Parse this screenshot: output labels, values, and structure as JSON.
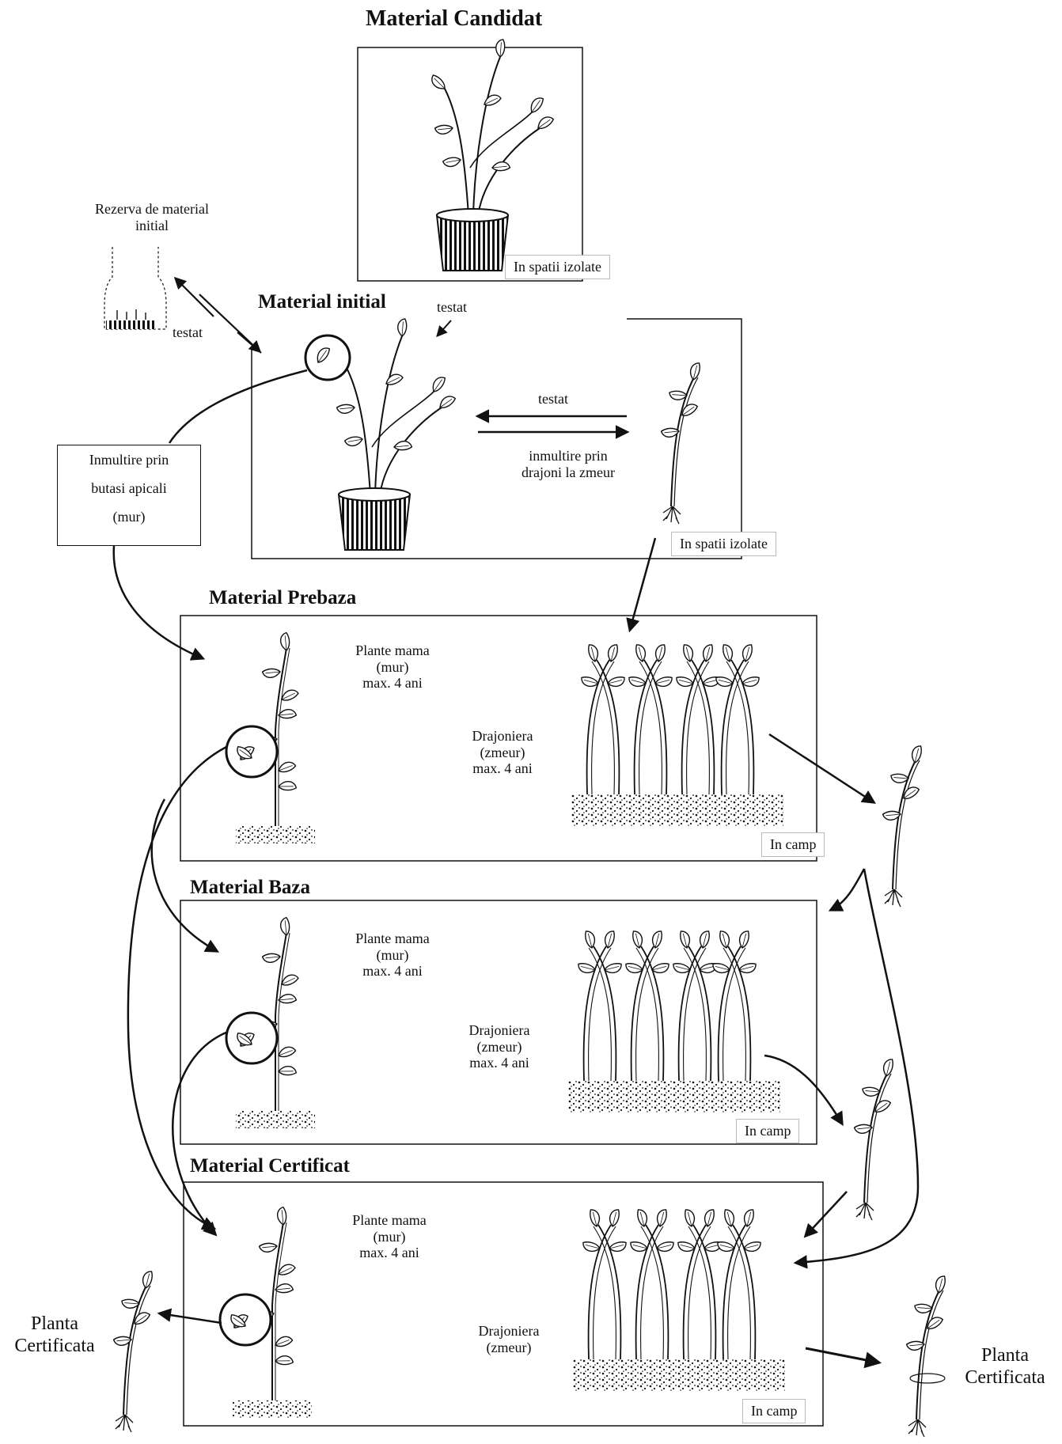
{
  "titles": {
    "candidat": "Material Candidat",
    "initial": "Material initial",
    "prebaza": "Material Prebaza",
    "baza": "Material Baza",
    "certificat": "Material Certificat"
  },
  "reserve": {
    "line1": "Rezerva de material",
    "line2": "initial"
  },
  "arrows": {
    "testat_reserve": "testat",
    "testat_top": "testat",
    "testat_mid": "testat",
    "drajoni_line1": "inmultire prin",
    "drajoni_line2": "drajoni la zmeur"
  },
  "apical_box": {
    "line1": "Inmultire prin",
    "line2": "butasi apicali",
    "line3": "(mur)"
  },
  "tags": {
    "isolated_candidat": "In spatii izolate",
    "isolated_initial": "In spatii izolate",
    "field_prebaza": "In camp",
    "field_baza": "In camp",
    "field_certificat": "In camp"
  },
  "mother_plants": {
    "prebaza": [
      "Plante mama",
      "(mur)",
      "max. 4 ani"
    ],
    "baza": [
      "Plante mama",
      "(mur)",
      "max. 4 ani"
    ],
    "certificat": [
      "Plante mama",
      "(mur)",
      "max. 4 ani"
    ]
  },
  "nursery": {
    "prebaza": [
      "Drajoniera",
      "(zmeur)",
      "max. 4 ani"
    ],
    "baza": [
      "Drajoniera",
      "(zmeur)",
      "max. 4 ani"
    ],
    "certificat": [
      "Drajoniera",
      "(zmeur)"
    ]
  },
  "certified_plant": {
    "left": [
      "Planta",
      "Certificata"
    ],
    "right": [
      "Planta",
      "Certificata"
    ]
  }
}
